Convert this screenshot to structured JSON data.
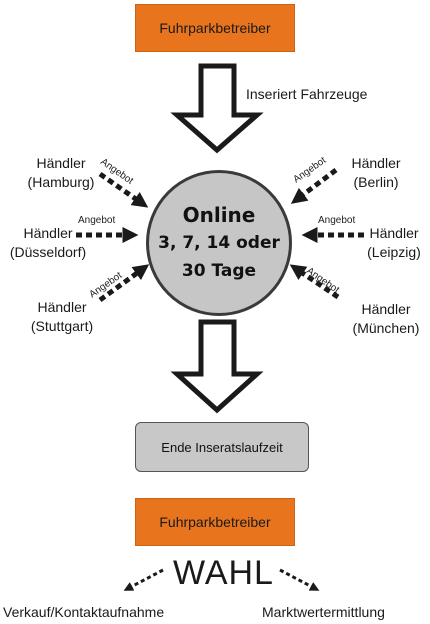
{
  "top_box": {
    "label": "Fuhrparkbetreiber"
  },
  "inserts_label": "Inseriert Fahrzeuge",
  "center": {
    "line1": "Online",
    "line2": "3, 7, 14 oder",
    "line3": "30 Tage"
  },
  "dealers": {
    "left_top": {
      "line1": "Händler",
      "line2": "(Hamburg)"
    },
    "left_mid": {
      "line1": "Händler",
      "line2": "(Düsseldorf)"
    },
    "left_bottom": {
      "line1": "Händler",
      "line2": "(Stuttgart)"
    },
    "right_top": {
      "line1": "Händler",
      "line2": "(Berlin)"
    },
    "right_mid": {
      "line1": "Händler",
      "line2": "(Leipzig)"
    },
    "right_bottom": {
      "line1": "Händler",
      "line2": "(München)"
    }
  },
  "offer_label": "Angebot",
  "end_box": {
    "label": "Ende Inseratslaufzeit"
  },
  "bottom_box": {
    "label": "Fuhrparkbetreiber"
  },
  "choice": {
    "label": "WAHL",
    "left_option": "Verkauf/Kontaktaufnahme",
    "right_option": "Marktwertermittlung"
  },
  "colors": {
    "orange_box": "#e8741d",
    "gray_box": "#c8c8c8",
    "circle": "#c6c6c6"
  }
}
